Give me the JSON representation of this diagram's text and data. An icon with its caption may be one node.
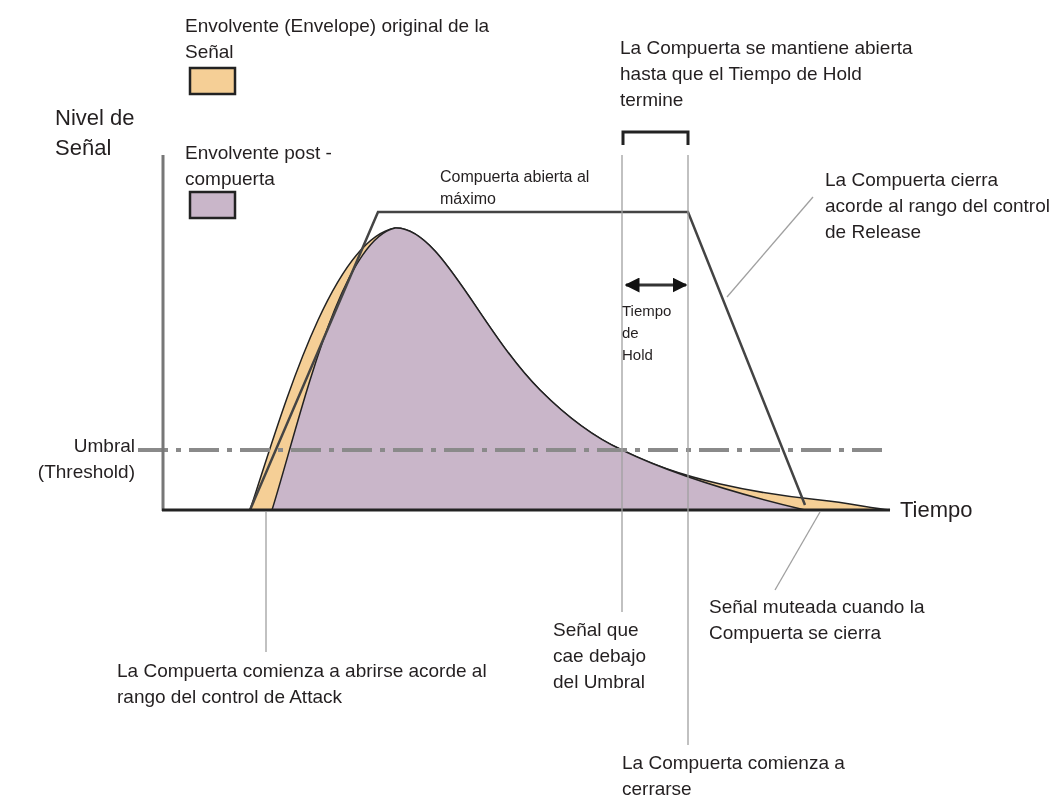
{
  "diagram": {
    "nodes": [
      {
        "text": [
          "La Compuerta cierra acorde al rango del control de Release"
        ]
      },
      {
        "text": [
          "Señal que cae debajo del Umbral"
        ]
      },
      {
        "text": [
          "Señal muteada cuando la Compuerta se cierra"
        ]
      },
      {
        "text": [
          "La Compuerta comienza a abrirse acorde al rango del control de Attack"
        ]
      },
      {
        "text": [
          "La Compuerta comienza a cerrarse"
        ]
      }
    ],
    "edges": [
      {
        "from": 0,
        "to": null,
        "arrow": "none"
      },
      {
        "from": 1,
        "to": null,
        "arrow": "none"
      },
      {
        "from": 2,
        "to": null,
        "arrow": "none"
      },
      {
        "from": 3,
        "to": null,
        "arrow": "none"
      },
      {
        "from": 4,
        "to": null,
        "arrow": "none"
      }
    ],
    "labels": [
      "La Compuerta se mantiene abierta hasta que el Tiempo de Hold termine",
      "Nivel de Señal",
      "Compuerta abierta al máximo",
      "Tiempo de Hold",
      "Umbral (Threshold)",
      "Tiempo"
    ],
    "legend": [
      {
        "text": "Envolvente (Envelope) original de la Señal",
        "color": "#f5cf96"
      },
      {
        "text": "Envolvente post - compuerta",
        "color": "#c9b6c9"
      }
    ]
  }
}
